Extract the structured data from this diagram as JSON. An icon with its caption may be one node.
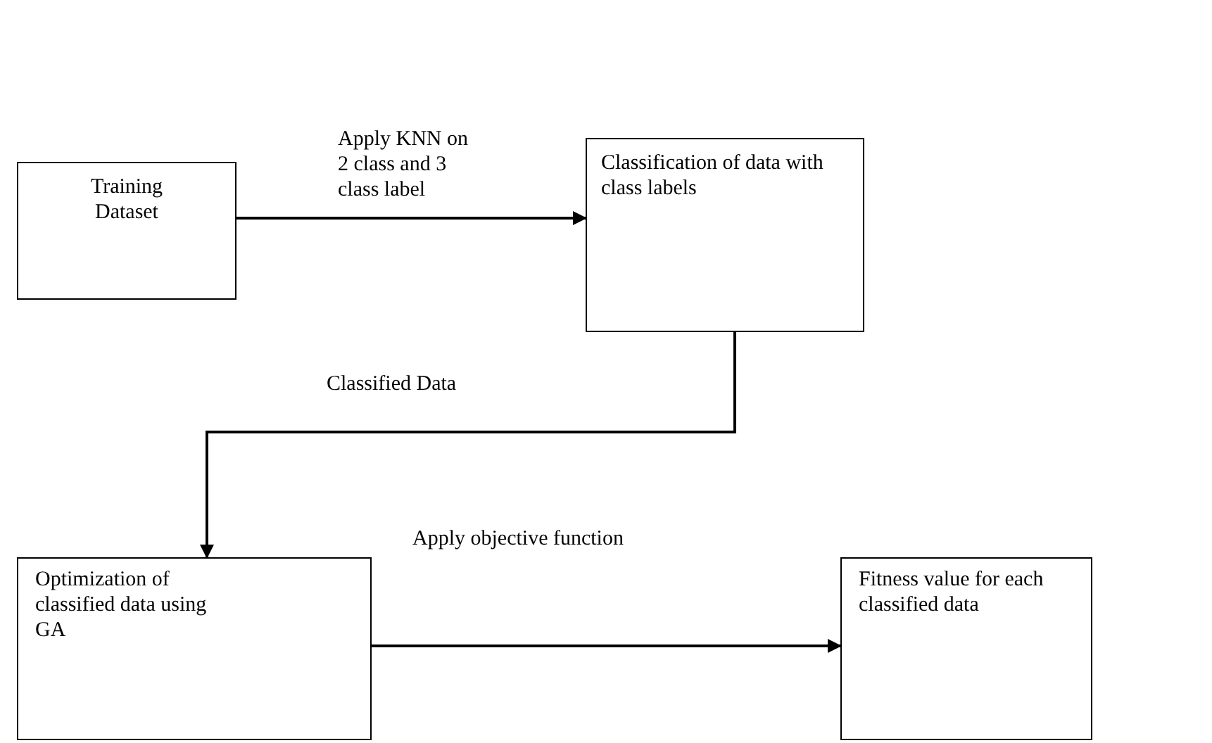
{
  "diagram": {
    "nodes": [
      {
        "text": [
          "Training Dataset"
        ]
      },
      {
        "text": [
          "Classification of data with class labels"
        ]
      },
      {
        "text": [
          "Optimization of classified data using GA"
        ]
      },
      {
        "text": [
          "Fitness value for each classified data"
        ]
      }
    ],
    "edges": [
      {
        "from": 0,
        "to": 1,
        "arrow": "to",
        "label": "Apply KNN on 2 class and 3 class label"
      },
      {
        "from": 1,
        "to": 2,
        "arrow": "to",
        "label": "Classified Data"
      },
      {
        "from": 2,
        "to": 3,
        "arrow": "to",
        "label": "Apply objective function"
      }
    ]
  }
}
